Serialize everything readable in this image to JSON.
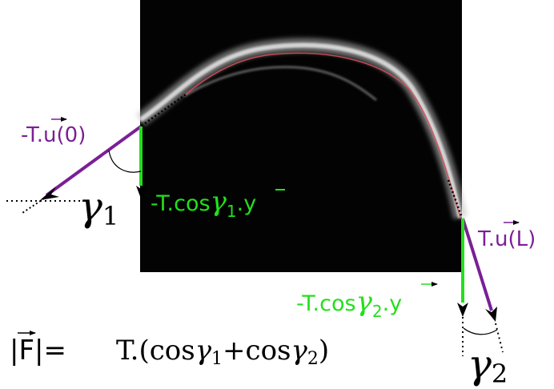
{
  "labels": {
    "left_force": "-T.u(0)",
    "left_proj": "-T.cos",
    "left_proj_sub": "1",
    "left_proj_tail": ".y",
    "gamma": "γ",
    "gamma1_sub": "1",
    "right_force": "T.u(L)",
    "right_proj": "-T.cos",
    "right_proj_sub": "2",
    "right_proj_tail": ".y",
    "gamma2_sub": "2"
  },
  "formula": {
    "lhs": "|F|=",
    "rhs_prefix": "T.(cos",
    "sub1": "1",
    "plus": "+cos",
    "sub2": "2",
    "rhs_suffix": ")"
  },
  "colors": {
    "purple": "#7b1f96",
    "green": "#22e01b",
    "black": "#000000",
    "fiber": "#e8e8e8",
    "fiber_center": "#d84a55"
  }
}
